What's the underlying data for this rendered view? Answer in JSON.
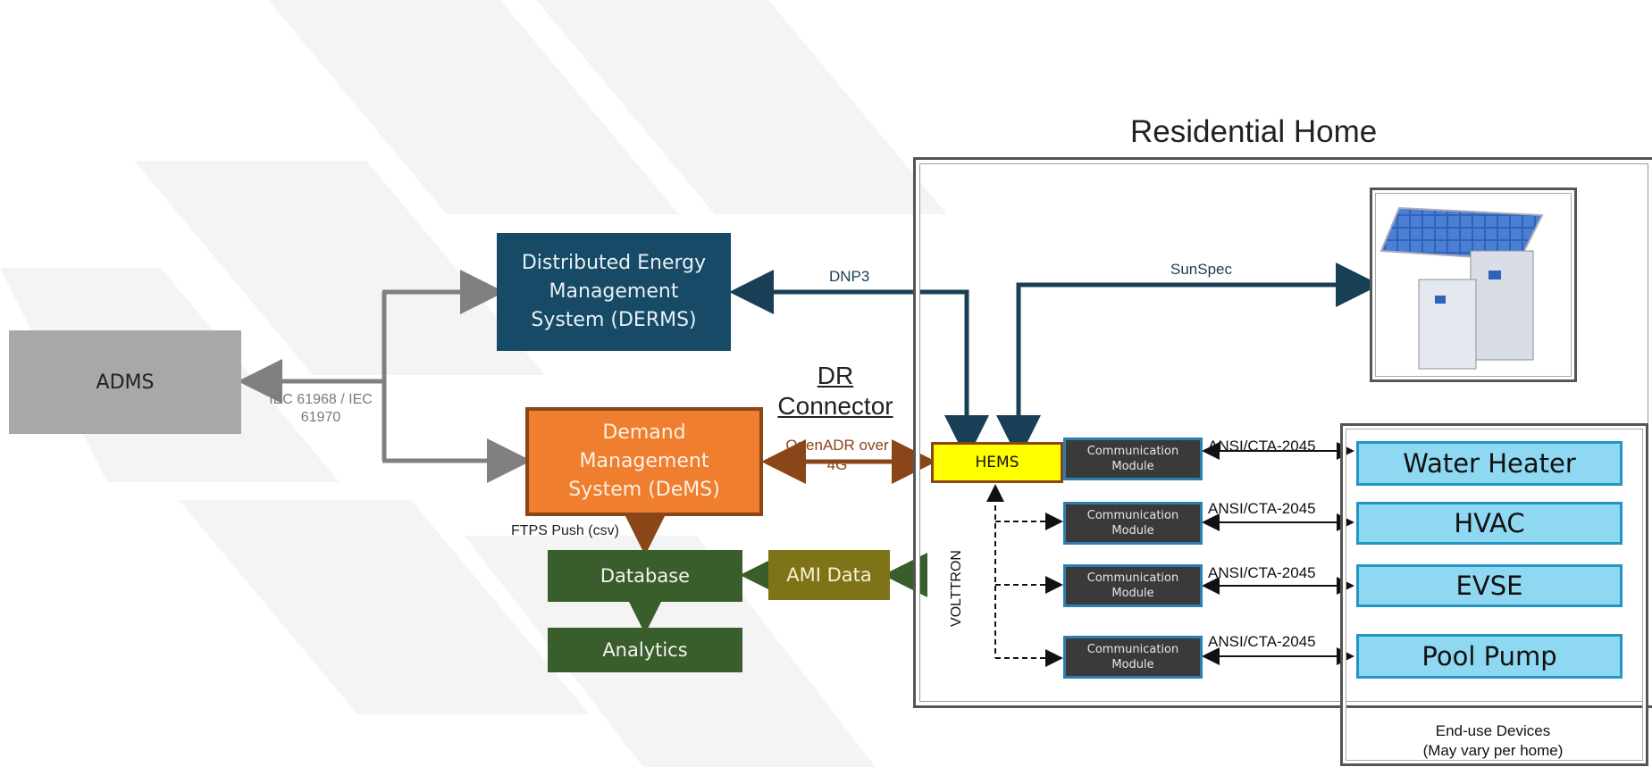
{
  "admin": {
    "label": "ADMS"
  },
  "iec_label": {
    "line1": "IEC 61968 / IEC",
    "line2": "61970"
  },
  "derms": {
    "line1": "Distributed Energy",
    "line2": "Management",
    "line3": "System (DERMS)"
  },
  "dems": {
    "line1": "Demand",
    "line2": "Management",
    "line3": "System (DeMS)"
  },
  "dnp3_label": "DNP3",
  "dr_connector": {
    "line1": "DR",
    "line2": "Connector"
  },
  "openadr_label": {
    "line1": "OpenADR over",
    "line2": "4G"
  },
  "ftps_label": "FTPS Push (csv)",
  "database": "Database",
  "analytics": "Analytics",
  "ami": "AMI Data",
  "home_title": "Residential Home",
  "sunspec_label": "SunSpec",
  "hems": "HEMS",
  "volttron": "VOLTTRON",
  "comm_module": {
    "line1": "Communication",
    "line2": "Module"
  },
  "ansi_label": "ANSI/CTA-2045",
  "devices": [
    "Water Heater",
    "HVAC",
    "EVSE",
    "Pool Pump"
  ],
  "enduse": {
    "line1": "End-use Devices",
    "line2": "(May vary per home)"
  },
  "colors": {
    "admin": "#a8a8a8",
    "derms": "#164a66",
    "dems": "#ef7e2e",
    "green": "#3a5e2b",
    "ami": "#7e7417",
    "hems": "#ffff00",
    "device": "#8ed8f2",
    "comm": "#3a3a3a",
    "dnp3_line": "#183f55",
    "dems_line": "#8a4518",
    "gray_line": "#808080"
  }
}
